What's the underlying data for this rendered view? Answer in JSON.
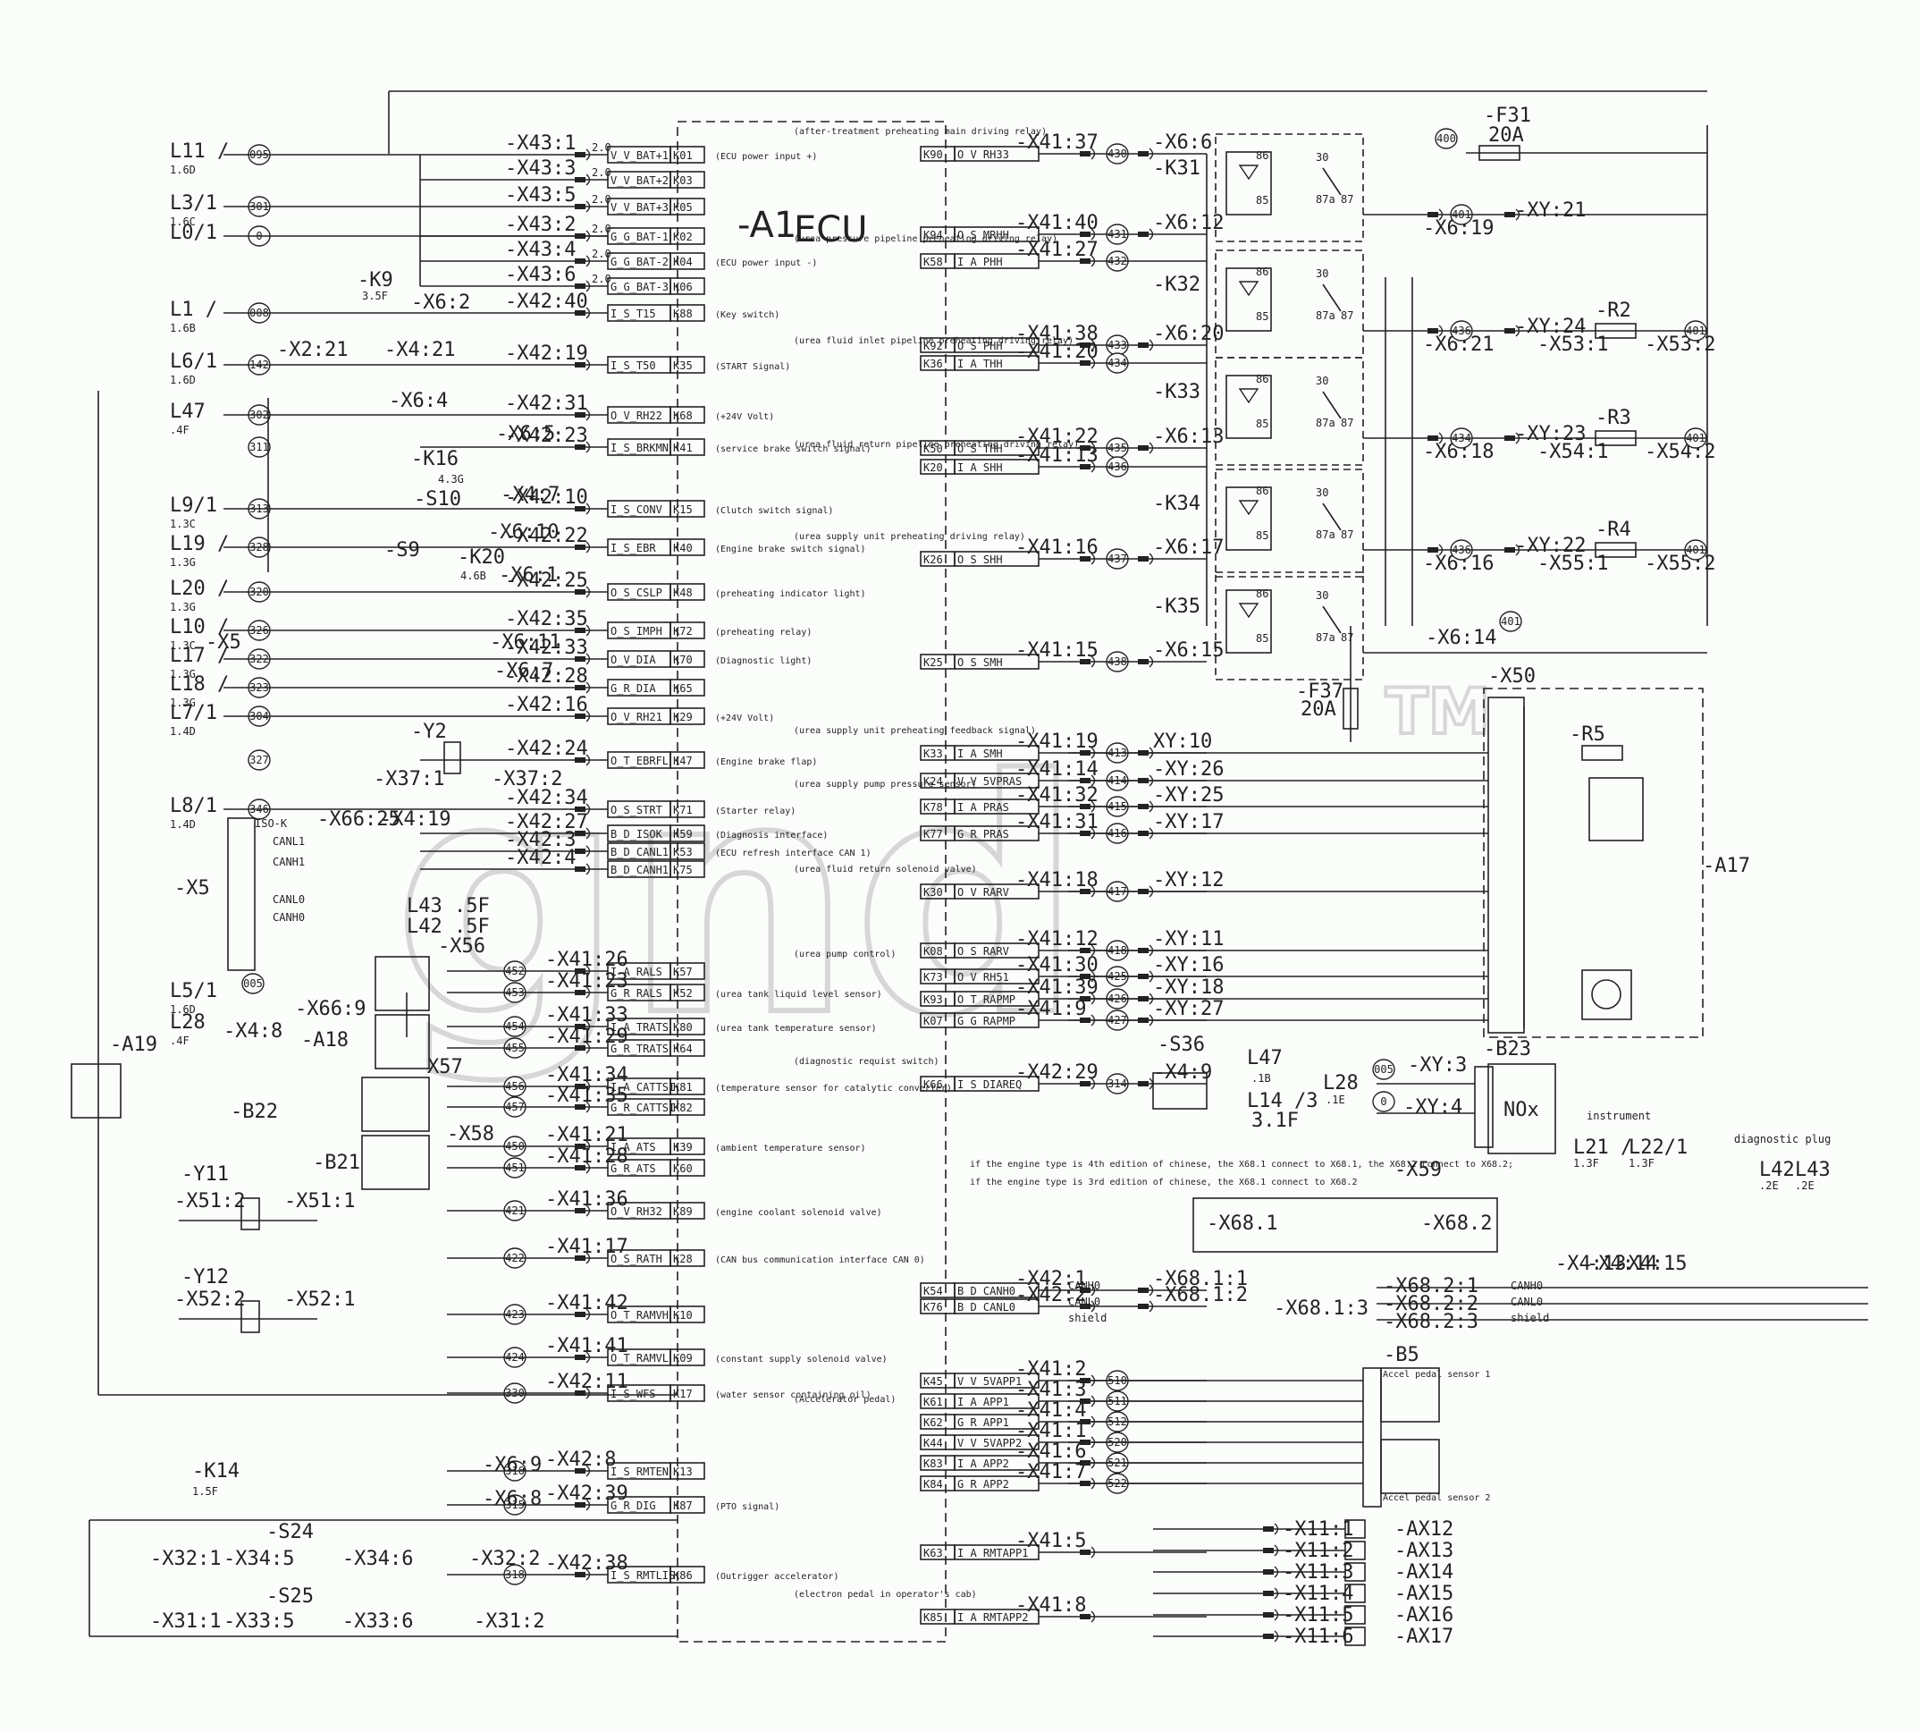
{
  "ecu": {
    "name": "-A1",
    "title": "ECU"
  },
  "left_nodes": [
    {
      "label": "L11 /",
      "sub": "1.6D",
      "wire": "095",
      "conn": "-X43:1",
      "size": "2.0",
      "sig": "V_V_BAT+1",
      "pin": "K01",
      "note": "(ECU power input +)"
    },
    {
      "label": "",
      "sub": "",
      "wire": "",
      "conn": "-X43:3",
      "size": "2.0",
      "sig": "V_V_BAT+2",
      "pin": "K03",
      "note": ""
    },
    {
      "label": "L3/1",
      "sub": "1.6C",
      "wire": "301",
      "conn": "-X43:5",
      "size": "2.0",
      "sig": "V_V_BAT+3",
      "pin": "K05",
      "note": ""
    },
    {
      "label": "L0/1",
      "sub": "",
      "wire": "0",
      "conn": "-X43:2",
      "size": "2.0",
      "sig": "G_G_BAT-1",
      "pin": "K02",
      "note": ""
    },
    {
      "label": "",
      "sub": "",
      "wire": "",
      "conn": "-X43:4",
      "size": "2.0",
      "sig": "G_G_BAT-2",
      "pin": "K04",
      "note": "(ECU power input -)"
    },
    {
      "label": "",
      "sub": "",
      "wire": "",
      "conn": "-X43:6",
      "size": "2.0",
      "sig": "G_G_BAT-3",
      "pin": "K06",
      "note": ""
    },
    {
      "label": "L1 /",
      "sub": "1.6B",
      "wire": "008",
      "conn": "-X42:40",
      "size": "",
      "sig": "I_S_T15",
      "pin": "K88",
      "note": "(Key switch)"
    },
    {
      "label": "L6/1",
      "sub": "1.6D",
      "wire": "142",
      "conn": "-X42:19",
      "size": "",
      "sig": "I_S_T50",
      "pin": "K35",
      "note": "(START Signal)"
    },
    {
      "label": "L47",
      "sub": ".4F",
      "wire": "302",
      "conn": "-X42:31",
      "size": "",
      "sig": "O_V_RH22",
      "pin": "K68",
      "note": "(+24V Volt)"
    },
    {
      "label": "",
      "sub": "",
      "wire": "311",
      "conn": "-X42:23",
      "size": "",
      "sig": "I_S_BRKMN",
      "pin": "K41",
      "note": "(service brake switch signal)"
    },
    {
      "label": "L9/1",
      "sub": "1.3C",
      "wire": "313",
      "conn": "-X42:10",
      "size": "",
      "sig": "I_S_CONV",
      "pin": "K15",
      "note": "(Clutch switch signal)"
    },
    {
      "label": "L19 /",
      "sub": "1.3G",
      "wire": "328",
      "conn": "-X42:22",
      "size": "",
      "sig": "I_S_EBR",
      "pin": "K40",
      "note": "(Engine brake switch signal)"
    },
    {
      "label": "L20 /",
      "sub": "1.3G",
      "wire": "320",
      "conn": "-X42:25",
      "size": "",
      "sig": "O_S_CSLP",
      "pin": "K48",
      "note": "(preheating indicator light)"
    },
    {
      "label": "L10 /",
      "sub": "1.3C",
      "wire": "326",
      "conn": "-X42:35",
      "size": "",
      "sig": "O_S_IMPH",
      "pin": "K72",
      "note": "(preheating relay)"
    },
    {
      "label": "L17 /",
      "sub": "1.3G",
      "wire": "322",
      "conn": "-X42:33",
      "size": "",
      "sig": "O_V_DIA",
      "pin": "K70",
      "note": "(Diagnostic light)"
    },
    {
      "label": "L18 /",
      "sub": "1.3G",
      "wire": "323",
      "conn": "-X42:28",
      "size": "",
      "sig": "G_R_DIA",
      "pin": "K65",
      "note": ""
    },
    {
      "label": "L7/1",
      "sub": "1.4D",
      "wire": "304",
      "conn": "-X42:16",
      "size": "",
      "sig": "O_V_RH21",
      "pin": "K29",
      "note": "(+24V Volt)"
    },
    {
      "label": "",
      "sub": "",
      "wire": "327",
      "conn": "-X42:24",
      "size": "",
      "sig": "O_T_EBRFL",
      "pin": "K47",
      "note": "(Engine brake flap)"
    },
    {
      "label": "L8/1",
      "sub": "1.4D",
      "wire": "346",
      "conn": "-X42:34",
      "size": "",
      "sig": "O_S_STRT",
      "pin": "K71",
      "note": "(Starter relay)"
    },
    {
      "label": "",
      "sub": "",
      "wire": "",
      "conn": "-X42:27",
      "size": "",
      "sig": "B_D_ISOK",
      "pin": "K59",
      "note": "(Diagnosis interface)"
    },
    {
      "label": "",
      "sub": "",
      "wire": "",
      "conn": "-X42:3",
      "size": "",
      "sig": "B_D_CANL1",
      "pin": "K53",
      "note": "(ECU refresh interface CAN 1)"
    },
    {
      "label": "",
      "sub": "",
      "wire": "",
      "conn": "-X42:4",
      "size": "",
      "sig": "B_D_CANH1",
      "pin": "K75",
      "note": ""
    }
  ],
  "left_sensors": [
    {
      "conn": "-X41:26",
      "wire": "452",
      "sig": "I_A_RALS",
      "pin": "K57",
      "note": ""
    },
    {
      "conn": "-X41:23",
      "wire": "453",
      "sig": "G_R_RALS",
      "pin": "K52",
      "note": "(urea tank liquid level sensor)"
    },
    {
      "conn": "-X41:33",
      "wire": "454",
      "sig": "I_A_TRATS",
      "pin": "K80",
      "note": "(urea tank temperature sensor)"
    },
    {
      "conn": "-X41:29",
      "wire": "455",
      "sig": "G_R_TRATS",
      "pin": "K64",
      "note": ""
    },
    {
      "conn": "-X41:34",
      "wire": "456",
      "sig": "I_A_CATTSI",
      "pin": "K81",
      "note": "(temperature sensor for catalytic converter)"
    },
    {
      "conn": "-X41:35",
      "wire": "457",
      "sig": "G_R_CATTSI",
      "pin": "K82",
      "note": ""
    },
    {
      "conn": "-X41:21",
      "wire": "450",
      "sig": "I_A_ATS",
      "pin": "K39",
      "note": "(ambient temperature sensor)"
    },
    {
      "conn": "-X41:28",
      "wire": "451",
      "sig": "G_R_ATS",
      "pin": "K60",
      "note": ""
    },
    {
      "conn": "-X41:36",
      "wire": "421",
      "sig": "O_V_RH32",
      "pin": "K89",
      "note": "(engine coolant solenoid valve)"
    },
    {
      "conn": "-X41:17",
      "wire": "422",
      "sig": "O_S_RATH",
      "pin": "K28",
      "note": "(CAN bus communication interface CAN 0)"
    },
    {
      "conn": "-X41:42",
      "wire": "423",
      "sig": "O_T_RAMVH",
      "pin": "K10",
      "note": ""
    },
    {
      "conn": "-X41:41",
      "wire": "424",
      "sig": "O_T_RAMVL",
      "pin": "K09",
      "note": "(constant supply solenoid valve)"
    },
    {
      "conn": "-X42:11",
      "wire": "330",
      "sig": "I_S_WFS",
      "pin": "K17",
      "note": "(water sensor containing oil)"
    },
    {
      "conn": "-X42:8",
      "wire": "316",
      "sig": "I_S_RMTEN",
      "pin": "K13",
      "note": ""
    },
    {
      "conn": "-X42:39",
      "wire": "315",
      "sig": "G_R_DIG",
      "pin": "K87",
      "note": "(PTO signal)"
    },
    {
      "conn": "-X42:38",
      "wire": "318",
      "sig": "I_S_RMTLIS",
      "pin": "K86",
      "note": "(Outrigger accelerator)"
    }
  ],
  "right_pins": [
    {
      "pin": "K90",
      "sig": "O_V_RH33",
      "conn": "-X41:37",
      "wire": "430",
      "dest": "-X6:6",
      "note": "(after-treatment preheating main driving relay)"
    },
    {
      "pin": "K94",
      "sig": "O_S_MRHH",
      "conn": "-X41:40",
      "wire": "431",
      "dest": "-X6:12",
      "note": ""
    },
    {
      "pin": "K58",
      "sig": "I_A_PHH",
      "conn": "-X41:27",
      "wire": "432",
      "dest": "",
      "note": "(urea pressure pipeline preheating driving relay)"
    },
    {
      "pin": "K92",
      "sig": "O_S_PHH",
      "conn": "-X41:38",
      "wire": "433",
      "dest": "-X6:20",
      "note": ""
    },
    {
      "pin": "K36",
      "sig": "I_A_THH",
      "conn": "-X41:20",
      "wire": "434",
      "dest": "",
      "note": "(urea fluid inlet pipeline preheating driving relay)"
    },
    {
      "pin": "K50",
      "sig": "O_S_THH",
      "conn": "-X41:22",
      "wire": "435",
      "dest": "-X6:13",
      "note": ""
    },
    {
      "pin": "K20",
      "sig": "I_A_SHH",
      "conn": "-X41:13",
      "wire": "436",
      "dest": "",
      "note": "(urea fluid return pipeline preheating driving relay)"
    },
    {
      "pin": "K26",
      "sig": "O_S_SHH",
      "conn": "-X41:16",
      "wire": "437",
      "dest": "-X6:17",
      "note": "(urea supply unit preheating driving relay)"
    },
    {
      "pin": "K25",
      "sig": "O_S_SMH",
      "conn": "-X41:15",
      "wire": "438",
      "dest": "-X6:15",
      "note": ""
    },
    {
      "pin": "K33",
      "sig": "I_A_SMH",
      "conn": "-X41:19",
      "wire": "413",
      "dest": "XY:10",
      "note": "(urea supply unit preheating feedback signal)"
    },
    {
      "pin": "K24",
      "sig": "V_V_5VPRAS",
      "conn": "-X41:14",
      "wire": "414",
      "dest": "-XY:26",
      "note": ""
    },
    {
      "pin": "K78",
      "sig": "I_A_PRAS",
      "conn": "-X41:32",
      "wire": "415",
      "dest": "-XY:25",
      "note": "(urea supply pump pressure sensor)"
    },
    {
      "pin": "K77",
      "sig": "G_R_PRAS",
      "conn": "-X41:31",
      "wire": "416",
      "dest": "-XY:17",
      "note": ""
    },
    {
      "pin": "K30",
      "sig": "O_V_RARV",
      "conn": "-X41:18",
      "wire": "417",
      "dest": "-XY:12",
      "note": "(urea fluid return solenoid valve)"
    },
    {
      "pin": "K08",
      "sig": "O_S_RARV",
      "conn": "-X41:12",
      "wire": "418",
      "dest": "-XY:11",
      "note": ""
    },
    {
      "pin": "K73",
      "sig": "O_V_RH51",
      "conn": "-X41:30",
      "wire": "425",
      "dest": "-XY:16",
      "note": "(urea pump control)"
    },
    {
      "pin": "K93",
      "sig": "O_T_RAPMP",
      "conn": "-X41:39",
      "wire": "426",
      "dest": "-XY:18",
      "note": ""
    },
    {
      "pin": "K07",
      "sig": "G_G_RAPMP",
      "conn": "-X41:9",
      "wire": "427",
      "dest": "-XY:27",
      "note": ""
    },
    {
      "pin": "K66",
      "sig": "I_S_DIAREQ",
      "conn": "-X42:29",
      "wire": "314",
      "dest": "-X4:9",
      "note": "(diagnostic requist switch)"
    },
    {
      "pin": "K54",
      "sig": "B_D_CANH0",
      "conn": "-X42:1",
      "wire": "",
      "dest": "-X68.1:1",
      "note": ""
    },
    {
      "pin": "K76",
      "sig": "B_D_CANL0",
      "conn": "-X42:2",
      "wire": "",
      "dest": "-X68.1:2",
      "note": ""
    },
    {
      "pin": "K45",
      "sig": "V_V_5VAPP1",
      "conn": "-X41:2",
      "wire": "510",
      "dest": "",
      "note": ""
    },
    {
      "pin": "K61",
      "sig": "I_A_APP1",
      "conn": "-X41:3",
      "wire": "511",
      "dest": "",
      "note": ""
    },
    {
      "pin": "K62",
      "sig": "G_R_APP1",
      "conn": "-X41:4",
      "wire": "512",
      "dest": "",
      "note": "(Accelerator pedal)"
    },
    {
      "pin": "K44",
      "sig": "V_V_5VAPP2",
      "conn": "-X41:1",
      "wire": "520",
      "dest": "",
      "note": ""
    },
    {
      "pin": "K83",
      "sig": "I_A_APP2",
      "conn": "-X41:6",
      "wire": "521",
      "dest": "",
      "note": ""
    },
    {
      "pin": "K84",
      "sig": "G_R_APP2",
      "conn": "-X41:7",
      "wire": "522",
      "dest": "",
      "note": ""
    },
    {
      "pin": "K63",
      "sig": "I_A_RMTAPP1",
      "conn": "-X41:5",
      "wire": "",
      "dest": "",
      "note": ""
    },
    {
      "pin": "K85",
      "sig": "I_A_RMTAPP2",
      "conn": "-X41:8",
      "wire": "",
      "dest": "",
      "note": "(electron pedal in operator's cab)"
    }
  ],
  "relays": [
    {
      "name": "-K31",
      "out": "-X6:19",
      "wire": "401",
      "dest": "-XY:21",
      "res": ""
    },
    {
      "name": "-K32",
      "out": "-X6:21",
      "wire": "436",
      "dest": "-XY:24",
      "res": "-R2",
      "conn1": "-X53:1",
      "conn2": "-X53:2"
    },
    {
      "name": "-K33",
      "out": "-X6:18",
      "wire": "434",
      "dest": "-XY:23",
      "res": "-R3",
      "conn1": "-X54:1",
      "conn2": "-X54:2"
    },
    {
      "name": "-K34",
      "out": "-X6:16",
      "wire": "436",
      "dest": "-XY:22",
      "res": "-R4",
      "conn1": "-X55:1",
      "conn2": "-X55:2"
    },
    {
      "name": "-K35",
      "out": "",
      "wire": "",
      "dest": "",
      "res": ""
    }
  ],
  "fuses": [
    {
      "name": "-F31",
      "rating": "20A",
      "wire": "400"
    },
    {
      "name": "-F37",
      "rating": "20A",
      "wire": "401"
    }
  ],
  "labels": {
    "x50": "-X50",
    "a17": "-A17",
    "r5": "-R5",
    "b23": "-B23",
    "x614": "-X6:14",
    "s36": "-S36",
    "l47b": "L47",
    "l47b_sub": ".1B",
    "l14": "L14 /3",
    "l14_sub": "3.1F",
    "l28": "L28",
    "l28_sub": ".1E",
    "nox": "NOx",
    "x59": "-X59",
    "instrument": "instrument",
    "l21": "L21 /",
    "l21_sub": "1.3F",
    "l22": "L22/1",
    "l22_sub": "1.3F",
    "diag": "diagnostic plug",
    "l42": "L42",
    "l42_sub": ".2E",
    "l43": "L43",
    "l43_sub": ".2E",
    "x681": "-X68.1",
    "x682": "-X68.2",
    "x413": "-X4:13",
    "x414": "-X4:14",
    "x415": "-X4:15",
    "note1": "if the engine type is 4th edition of chinese, the X68.1 connect to X68.1, the X68.2 connect to X68.2;",
    "note2": "if the engine type is 3rd edition of chinese, the X68.1 connect to X68.2",
    "b5": "-B5",
    "accel1": "Accel pedal sensor 1",
    "accel2": "Accel pedal sensor 2",
    "canh0": "CANH0",
    "canl0": "CANL0",
    "shield": "shield",
    "x5": "-X5",
    "isok": "ISO-K",
    "canl1": "CANL1",
    "canh1": "CANH1",
    "canl0b": "CANL0",
    "canh0b": "CANH0",
    "l43b": "L43 .5F",
    "l42b": "L42 .5F",
    "x56": "-X56",
    "x57": "X57",
    "x58": "-X58",
    "a18": "-A18",
    "a19": "-A19",
    "b22": "-B22",
    "b21": "-B21",
    "y11": "-Y11",
    "y12": "-Y12",
    "y2": "-Y2",
    "x511": "-X51:1",
    "x512": "-X51:2",
    "x521": "-X52:1",
    "x522": "-X52:2",
    "l5": "L5/1",
    "l5_sub": "1.6D",
    "l28b": "L28",
    "l28b_sub": ".4F",
    "x48": "-X4:8",
    "x669": "-X66:9",
    "wire005": "005",
    "k9": "-K9",
    "k9_sub": "3.5F",
    "k16": "-K16",
    "k16_sub": "4.3G",
    "s10": "-S10",
    "s9": "-S9",
    "k20": "-K20",
    "k20_sub": "4.6B",
    "k14": "-K14",
    "k14_sub": "1.5F",
    "s24": "-S24",
    "s25": "-S25",
    "x321": "-X32:1",
    "x345": "-X34:5",
    "x346": "-X34:6",
    "x322": "-X32:2",
    "x311": "-X31:1",
    "x335": "-X33:5",
    "x336": "-X33:6",
    "x312": "-X31:2",
    "x69": "-X6:9",
    "x68": "-X6:8",
    "x221": "-X2:21",
    "x421": "-X4:21",
    "x62": "-X6:2",
    "x64": "-X6:4",
    "x65": "-X6:5",
    "x47": "-X4:7",
    "x610": "-X6:10",
    "x61": "-X6:1",
    "x611": "-X6:11",
    "x67": "-X6:7",
    "x371": "-X37:1",
    "x372": "-X37:2",
    "x6625": "-X66:25",
    "x419": "-X4:19",
    "ax": [
      "-AX12",
      "-AX13",
      "-AX14",
      "-AX15",
      "-AX16",
      "-AX17"
    ],
    "x11": [
      "-X11:1",
      "-X11:2",
      "-X11:3",
      "-X11:4",
      "-X11:5",
      "-X11:6"
    ],
    "watermark": "gnd",
    "tm": "TM"
  }
}
